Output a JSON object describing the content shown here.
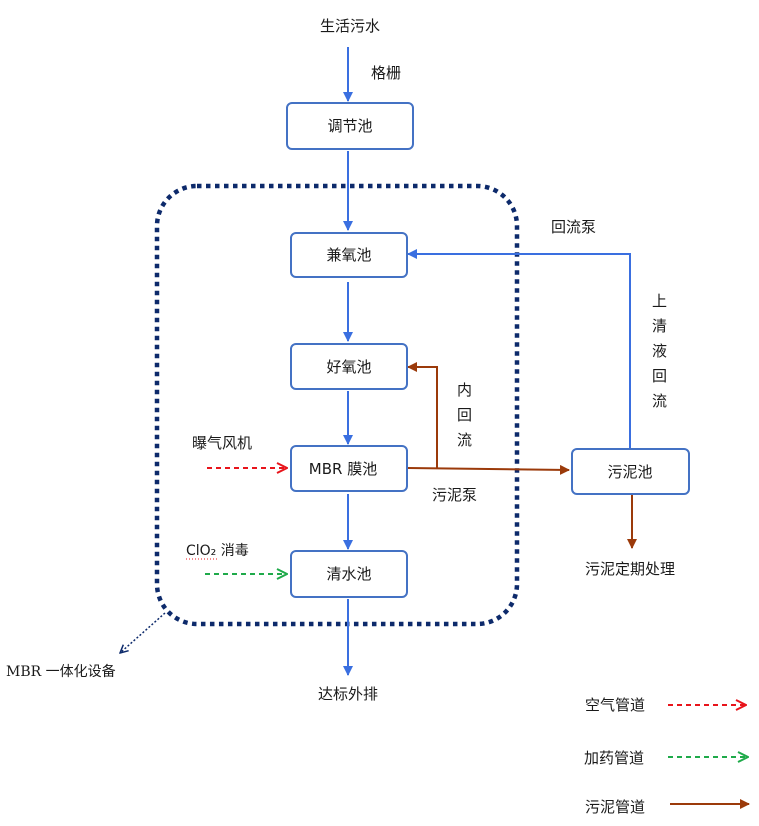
{
  "colors": {
    "water_pipe": "#3a6fe0",
    "box_border": "#4472c4",
    "air_pipe": "#e8141b",
    "chem_pipe": "#1faa4a",
    "sludge_pipe": "#9b3a0a",
    "mbr_boundary": "#0d2a6b"
  },
  "nodes": {
    "source": "生活污水",
    "tiaojie": "调节池",
    "jianyang": "兼氧池",
    "haoyang": "好氧池",
    "mbr": "MBR 膜池",
    "qingshui": "清水池",
    "wuni": "污泥池"
  },
  "labels": {
    "grid": "格栅",
    "return_pump": "回流泵",
    "supernatant": [
      "上",
      "清",
      "液",
      "回",
      "流"
    ],
    "internal_reflux": [
      "内",
      "回",
      "流"
    ],
    "blower": "曝气风机",
    "sludge_pump": "污泥泵",
    "disinfect": "ClO₂ 消毒",
    "sludge_disposal": "污泥定期处理",
    "mbr_device": "MBR 一体化设备",
    "discharge": "达标外排"
  },
  "legend": [
    {
      "label": "空气管道",
      "style": "air"
    },
    {
      "label": "加药管道",
      "style": "chem"
    },
    {
      "label": "污泥管道",
      "style": "sludge"
    }
  ]
}
